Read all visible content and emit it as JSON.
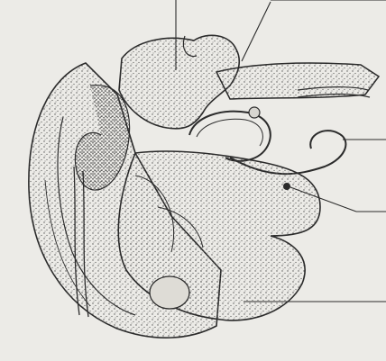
{
  "figure": {
    "paper_color": "#ecebe7",
    "ink_color": "#2b2b2b",
    "stipple_color": "#555555",
    "labels": [],
    "leader_lines": [
      {
        "id": "top-left"
      },
      {
        "id": "top-right"
      },
      {
        "id": "right-middle-upper"
      },
      {
        "id": "right-middle-lower"
      },
      {
        "id": "right-bottom"
      }
    ],
    "structures": [
      {
        "name": "brain-hemisphere"
      },
      {
        "name": "upper-lobe"
      },
      {
        "name": "coiled-tube"
      },
      {
        "name": "elongated-ridge"
      },
      {
        "name": "lower-lobe"
      },
      {
        "name": "bottom-cavity"
      }
    ]
  }
}
